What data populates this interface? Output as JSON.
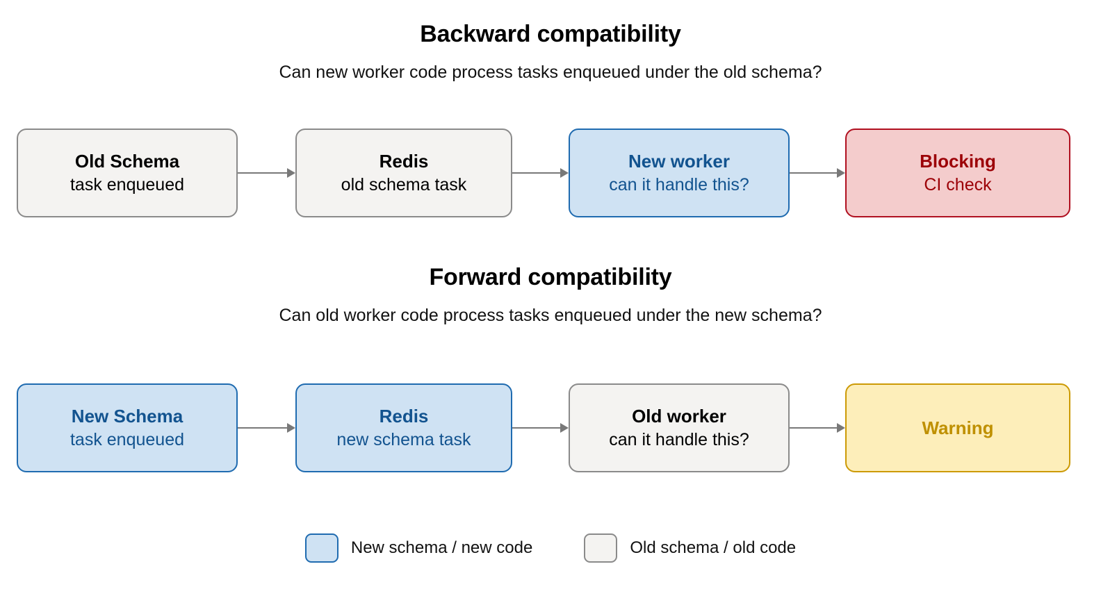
{
  "sections": [
    {
      "title": "Backward compatibility",
      "subtitle": "Can new worker code process tasks enqueued under the old schema?",
      "nodes": [
        {
          "title": "Old Schema",
          "sub": "task enqueued",
          "variant": "grey"
        },
        {
          "title": "Redis",
          "sub": "old schema task",
          "variant": "grey"
        },
        {
          "title": "New worker",
          "sub": "can it handle this?",
          "variant": "blue"
        },
        {
          "title": "Blocking",
          "sub": "CI check",
          "variant": "red"
        }
      ]
    },
    {
      "title": "Forward compatibility",
      "subtitle": "Can old worker code process tasks enqueued under the new schema?",
      "nodes": [
        {
          "title": "New Schema",
          "sub": "task enqueued",
          "variant": "blue"
        },
        {
          "title": "Redis",
          "sub": "new schema task",
          "variant": "blue"
        },
        {
          "title": "Old worker",
          "sub": "can it handle this?",
          "variant": "grey"
        },
        {
          "title": "Warning",
          "sub": "",
          "variant": "yellow"
        }
      ]
    }
  ],
  "legend": [
    {
      "label": "New schema / new code",
      "swatch": "blue"
    },
    {
      "label": "Old schema / old code",
      "swatch": "grey"
    }
  ],
  "colors": {
    "blue_fill": "#cfe2f3",
    "blue_border": "#1f6bb0",
    "blue_text": "#12538f",
    "grey_fill": "#f4f3f1",
    "grey_border": "#8a8a8a",
    "grey_text": "#000000",
    "red_fill": "#f4cccc",
    "red_border": "#b01020",
    "red_text": "#9c0006",
    "yellow_fill": "#fdeeba",
    "yellow_border": "#cc9a06",
    "yellow_text": "#bf9000",
    "arrow": "#787878",
    "background": "#ffffff"
  }
}
